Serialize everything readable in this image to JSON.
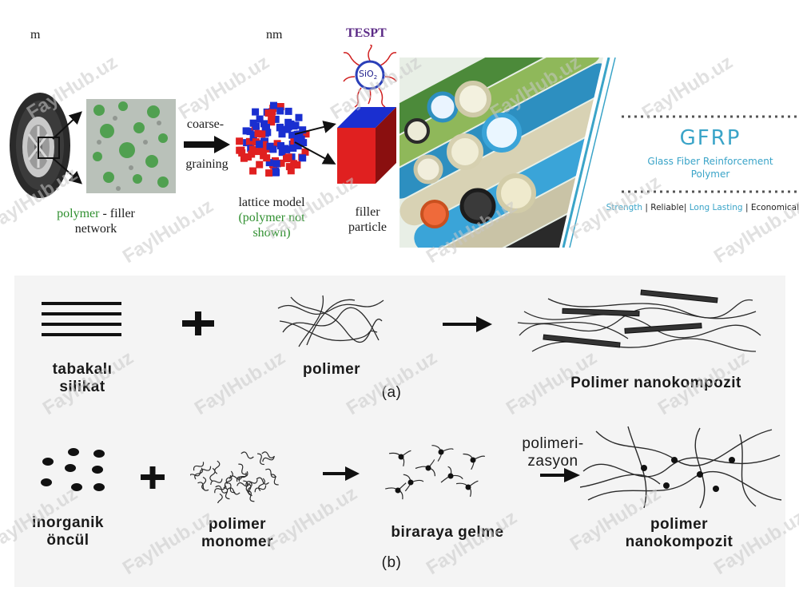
{
  "top_left": {
    "scale_left": "m",
    "scale_mid": "nm",
    "tespt": "TESPT",
    "sio2": "SiO",
    "sio2_sub": "2",
    "coarse_1": "coarse-",
    "coarse_2": "graining",
    "network_green": "polymer",
    "network_rest": " - filler",
    "network_2": "network",
    "lattice_1": "lattice model",
    "lattice_2": "(polymer not",
    "lattice_3": "shown)",
    "filler_1": "filler",
    "filler_2": "particle"
  },
  "gfrp": {
    "title": "GFRP",
    "subtitle_1": "Glass Fiber Reinforcement",
    "subtitle_2": "Polymer",
    "tag_strength": "Strength",
    "tag_reliable": "| Reliable|",
    "tag_long": "Long Lasting",
    "tag_econ": "| Economical"
  },
  "scheme_a": {
    "left_1": "tabakalı",
    "left_2": "silikat",
    "mid": "polimer",
    "right": "Polimer nanokompozit",
    "caption": "(a)"
  },
  "scheme_b": {
    "left_1": "inorganik",
    "left_2": "öncül",
    "mid_1": "polimer",
    "mid_2": "monomer",
    "assembly": "biraraya gelme",
    "arrow_1": "polimeri-",
    "arrow_2": "zasyon",
    "right_1": "polimer",
    "right_2": "nanokompozit",
    "caption": "(b)"
  },
  "watermark": "FaylHub.uz",
  "colors": {
    "green": "#2f8f2f",
    "tespt": "#5b2a86",
    "gfrp_blue": "#3aa4c8",
    "cube_red": "#e02020",
    "cube_blue": "#1a2fd0"
  }
}
